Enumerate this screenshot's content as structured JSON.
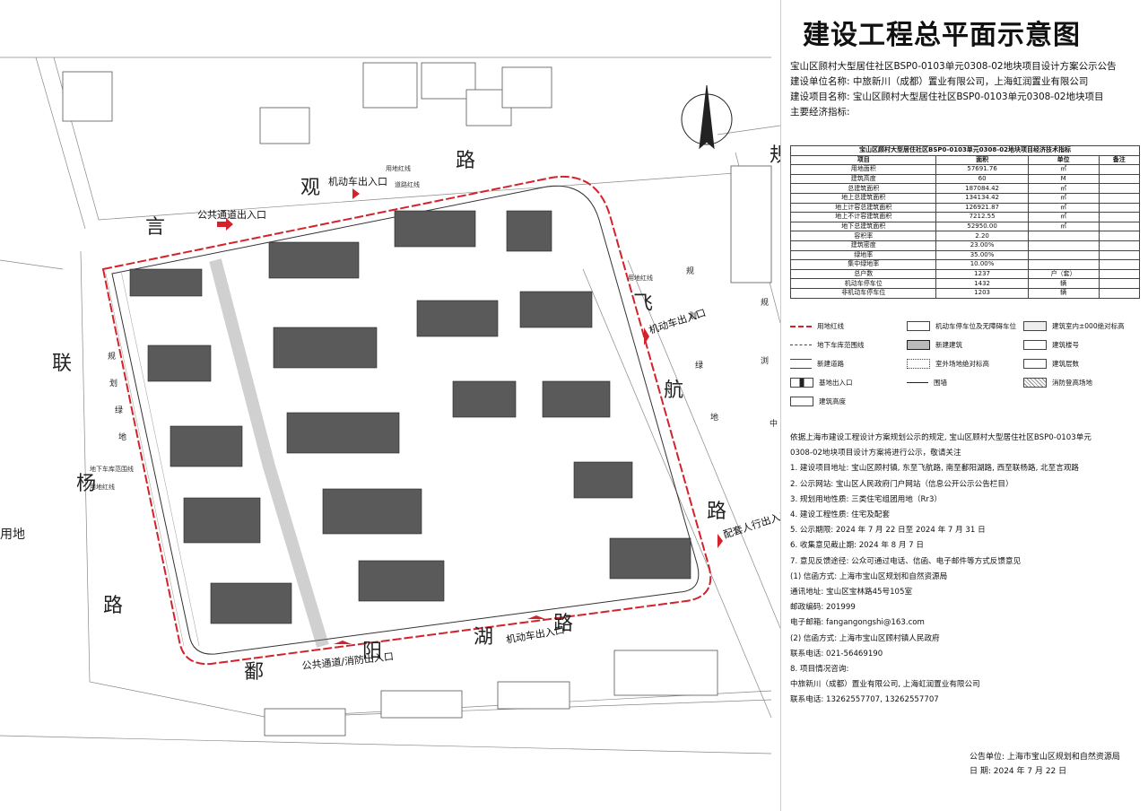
{
  "title": "建设工程总平面示意图",
  "header": {
    "line1": "宝山区顾村大型居住社区BSP0-0103单元0308-02地块项目设计方案公示公告",
    "line2": "建设单位名称: 中旅新川（成都）置业有限公司，上海虹润置业有限公司",
    "line3": "建设项目名称: 宝山区顾村大型居住社区BSP0-0103单元0308-02地块项目",
    "line4": "主要经济指标:"
  },
  "table": {
    "caption": "宝山区顾村大型居住社区BSP0-0103单元0308-02地块项目经济技术指标",
    "columns": [
      "项目",
      "面积",
      "单位",
      "备注"
    ],
    "rows": [
      [
        "用地面积",
        "57691.76",
        "㎡",
        ""
      ],
      [
        "建筑高度",
        "60",
        "M",
        ""
      ],
      [
        "总建筑面积",
        "187084.42",
        "㎡",
        ""
      ],
      [
        "地上总建筑面积",
        "134134.42",
        "㎡",
        ""
      ],
      [
        "地上计容总建筑面积",
        "126921.87",
        "㎡",
        ""
      ],
      [
        "地上不计容建筑面积",
        "7212.55",
        "㎡",
        ""
      ],
      [
        "地下总建筑面积",
        "52950.00",
        "㎡",
        ""
      ],
      [
        "容积率",
        "2.20",
        "",
        ""
      ],
      [
        "建筑密度",
        "23.00%",
        "",
        ""
      ],
      [
        "绿地率",
        "35.00%",
        "",
        ""
      ],
      [
        "集中绿地率",
        "10.00%",
        "",
        ""
      ],
      [
        "总户数",
        "1237",
        "户（套）",
        ""
      ],
      [
        "机动车停车位",
        "1432",
        "辆",
        ""
      ],
      [
        "非机动车停车位",
        "1203",
        "辆",
        ""
      ]
    ]
  },
  "legend": [
    {
      "label": "用地红线",
      "icon": "red-dash-line"
    },
    {
      "label": "机动车停车位及无障碍车位",
      "icon": "parking-box"
    },
    {
      "label": "建筑室内±000绝对标高",
      "icon": "elevation-box"
    },
    {
      "label": "地下车库范围线",
      "icon": "dash-line"
    },
    {
      "label": "新建建筑",
      "icon": "building-box"
    },
    {
      "label": "建筑楼号",
      "icon": "number-tag"
    },
    {
      "label": "新建道路",
      "icon": "road-lines"
    },
    {
      "label": "室外场地绝对标高",
      "icon": "cross-mark"
    },
    {
      "label": "建筑层数",
      "icon": "floor-tag"
    },
    {
      "label": "基地出入口",
      "icon": "entry-arrow"
    },
    {
      "label": "围墙",
      "icon": "wall-line"
    },
    {
      "label": "消防登高场地",
      "icon": "hatched-box"
    },
    {
      "label": "建筑高度",
      "icon": "height-tag"
    }
  ],
  "notes": [
    "依据上海市建设工程设计方案规划公示的规定, 宝山区顾村大型居住社区BSP0-0103单元",
    "0308-02地块项目设计方案将进行公示，敬请关注",
    "1. 建设项目地址: 宝山区顾村镇, 东至飞航路, 南至鄱阳湖路, 西至联杨路, 北至言观路",
    "2. 公示网站: 宝山区人民政府门户网站（信息公开公示公告栏目）",
    "3. 规划用地性质: 三类住宅组团用地（Rr3）",
    "4. 建设工程性质: 住宅及配套",
    "5. 公示期限: 2024 年 7 月 22 日至 2024 年 7 月 31 日",
    "6. 收集意见截止期:  2024 年 8 月 7 日",
    "7. 意见反馈途径: 公众可通过电话、信函、电子邮件等方式反馈意见",
    "(1) 信函方式: 上海市宝山区规划和自然资源局",
    "通讯地址: 宝山区宝林路45号105室",
    "邮政编码: 201999",
    "电子邮箱: fangangongshi@163.com",
    "(2) 信函方式: 上海市宝山区顾村镇人民政府",
    "联系电话: 021-56469190",
    "8. 项目情况咨询:",
    "中旅新川（成都）置业有限公司, 上海虹润置业有限公司",
    "联系电话: 13262557707, 13262557707"
  ],
  "footer": {
    "announcer": "公告单位:  上海市宝山区规划和自然资源局",
    "date": "日       期:           2024 年 7 月 22 日"
  },
  "plan": {
    "roads": {
      "north": "言 观 路",
      "east": "飞 航 路",
      "south": "鄱 阳 湖 路",
      "west": "联 杨 路",
      "green_west": "规 划 绿 地",
      "green_east": "规 划 绿 地",
      "east_road_partial": "规",
      "east_road_partial2": "中"
    },
    "entrances": {
      "north_public": "公共通道出入口",
      "north_vehicle": "机动车出入口",
      "east_vehicle": "机动车出入口",
      "east_support": "配套人行出入口",
      "south_vehicle": "机动车出入口",
      "south_public": "公共通道/消防出入口"
    },
    "labels": {
      "land_line": "用地红线",
      "road_line": "道路红线",
      "land_line_east": "用地红线",
      "garage_line": "地下车库范围线",
      "land_line_west": "用地红线",
      "left_edge": "用地",
      "north_letter": "规"
    },
    "colors": {
      "redline": "#d3222a",
      "building": "#5a5a5a",
      "arrow": "#d3222a"
    }
  }
}
